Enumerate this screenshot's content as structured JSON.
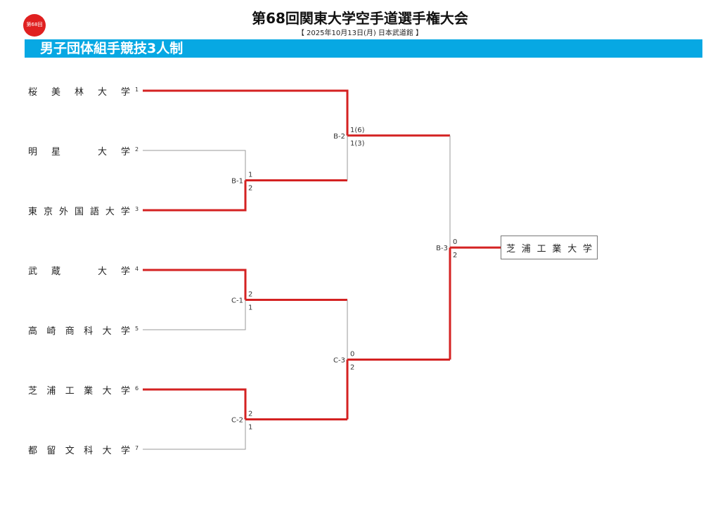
{
  "header": {
    "logo_text": "第68回",
    "title": "第68回関東大学空手道選手権大会",
    "subtitle": "【 2025年10月13日(月)  日本武道館 】",
    "event": "男子団体組手競技3人制"
  },
  "colors": {
    "winner_line": "#d42222",
    "loser_line": "#9a9a9a",
    "banner": "#07a8e3",
    "logo": "#e02020"
  },
  "teams": [
    {
      "name": "桜美林大学",
      "seed": "1"
    },
    {
      "name": "明星大学",
      "seed": "2"
    },
    {
      "name": "東京外国語大学",
      "seed": "3"
    },
    {
      "name": "武蔵大学",
      "seed": "4"
    },
    {
      "name": "高崎商科大学",
      "seed": "5"
    },
    {
      "name": "芝浦工業大学",
      "seed": "6"
    },
    {
      "name": "都留文科大学",
      "seed": "7"
    }
  ],
  "matches": [
    {
      "id": "B-1",
      "top_score": "1",
      "bottom_score": "2",
      "winner": "bottom"
    },
    {
      "id": "B-2",
      "top_score": "1(6)",
      "bottom_score": "1(3)",
      "winner": "top"
    },
    {
      "id": "C-1",
      "top_score": "2",
      "bottom_score": "1",
      "winner": "top"
    },
    {
      "id": "C-2",
      "top_score": "2",
      "bottom_score": "1",
      "winner": "top"
    },
    {
      "id": "C-3",
      "top_score": "0",
      "bottom_score": "2",
      "winner": "bottom"
    },
    {
      "id": "B-3",
      "top_score": "0",
      "bottom_score": "2",
      "winner": "bottom"
    }
  ],
  "champion": "芝浦工業大学"
}
